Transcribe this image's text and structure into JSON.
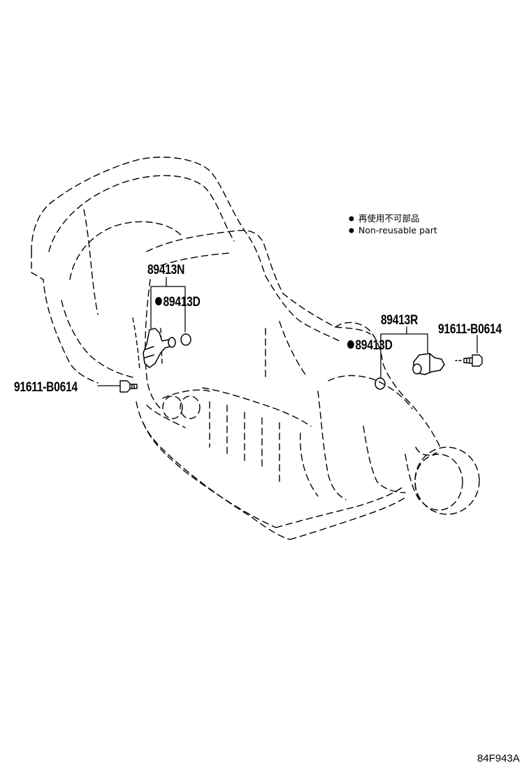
{
  "diagram": {
    "labels": {
      "sensor_left": "89413N",
      "oring_left": "89413D",
      "bolt_left": "91611-B0614",
      "sensor_right": "89413R",
      "oring_right": "89413D",
      "bolt_right": "91611-B0614"
    },
    "legend": {
      "line_jp": "再使用不可部品",
      "line_en": "Non-reusable part"
    },
    "drawing_code": "84F943A"
  }
}
